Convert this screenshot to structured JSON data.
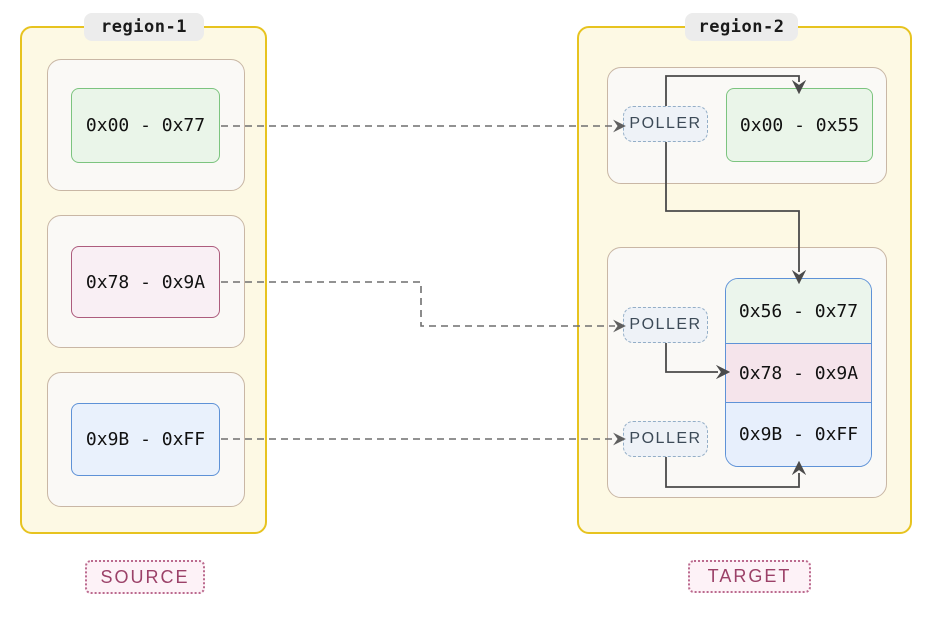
{
  "source_region": {
    "title": "region-1",
    "blocks": [
      {
        "label": "0x00 - 0x77"
      },
      {
        "label": "0x78 - 0x9A"
      },
      {
        "label": "0x9B - 0xFF"
      }
    ],
    "tag": "SOURCE"
  },
  "target_region": {
    "title": "region-2",
    "pollers": [
      "POLLER",
      "POLLER",
      "POLLER"
    ],
    "blocks": [
      {
        "label": "0x00 - 0x55"
      }
    ],
    "stack": [
      {
        "label": "0x56 - 0x77"
      },
      {
        "label": "0x78 - 0x9A"
      },
      {
        "label": "0x9B - 0xFF"
      }
    ],
    "tag": "TARGET"
  },
  "colors": {
    "region_fill": "#fdf9e4",
    "region_border": "#e7c31f",
    "subregion_fill": "#faf9f6",
    "subregion_border": "#c9b7a5",
    "green_fill": "#eaf5e9",
    "green_border": "#7cc47f",
    "pink_fill": "#f9eff4",
    "pink_border": "#ad5c7d",
    "blue_fill": "#e9f1fc",
    "blue_border": "#5e92d7",
    "poller_fill": "#eef2f7",
    "poller_border": "#93aec7",
    "tag_fill": "#fdf2f7",
    "tag_border": "#bb6a8e",
    "tag_text": "#9b4168",
    "dashed_edge": "#6f6f6f",
    "solid_edge": "#4a4a4a"
  }
}
